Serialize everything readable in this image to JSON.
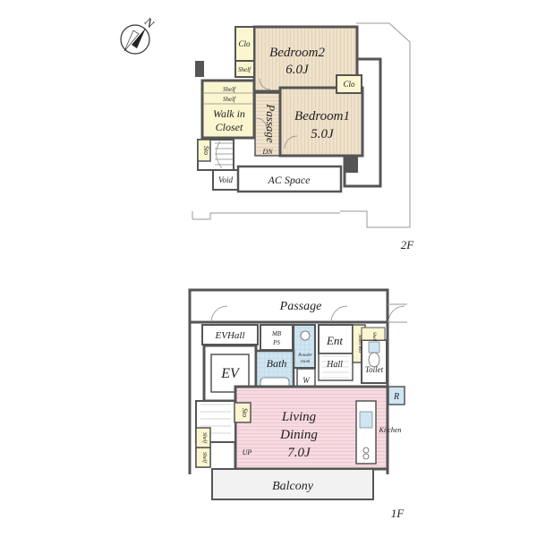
{
  "compass": {
    "north_label": "N"
  },
  "floor2": {
    "floor_label": "2F",
    "bedroom2": {
      "name": "Bedroom2",
      "size": "6.0J"
    },
    "bedroom1": {
      "name": "Bedroom1",
      "size": "5.0J"
    },
    "walk_in_closet": {
      "line1": "Walk in",
      "line2": "Closet"
    },
    "passage": "Passage",
    "down": "DN",
    "closet_a": "Clo",
    "closet_b": "Clo",
    "shelf_a": "Shelf",
    "shelf_b": "Shelf",
    "shelf_c": "Shelf",
    "storage": "Sto",
    "void": "Void",
    "ac_space": "AC Space"
  },
  "floor1": {
    "floor_label": "1F",
    "passage": "Passage",
    "ev_hall": "EVHall",
    "ev": "EV",
    "mb_ps_1": "MB",
    "mb_ps_2": "PS",
    "entrance": "Ent",
    "hall": "Hall",
    "shoes_box": "Shoes Box",
    "bath": "Bath",
    "powder_room_1": "Powder",
    "powder_room_2": "room",
    "washer": "W",
    "toilet": "Toilet",
    "refrigerator": "R",
    "shelf_toilet": "Shelf",
    "storage": "Sto",
    "living_dining": {
      "line1": "Living",
      "line2": "Dining",
      "size": "7.0J"
    },
    "kitchen": "Kitchen",
    "up": "UP",
    "shelf_a": "Shelf",
    "shelf_b": "Shelf",
    "balcony": "Balcony"
  },
  "colors": {
    "bedroom": "#efe2cc",
    "closet": "#fbf6d0",
    "bath": "#cfe5f2",
    "living": "#f6dbe1",
    "wall": "#555555"
  }
}
